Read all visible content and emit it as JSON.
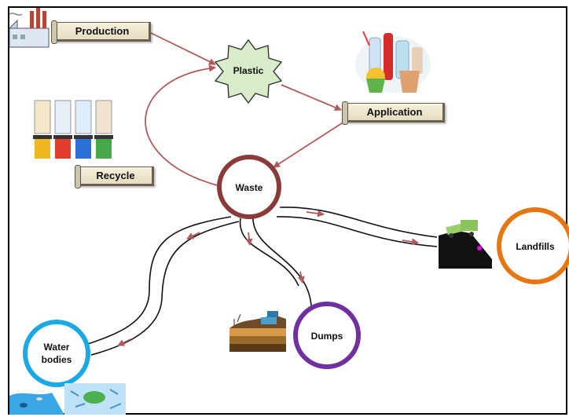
{
  "labels": {
    "production": "Production",
    "plastic": "Plastic",
    "application": "Application",
    "recycle": "Recycle",
    "waste": "Waste",
    "landfills": "Landfills",
    "dumps": "Dumps",
    "water_bodies_line1": "Water",
    "water_bodies_line2": "bodies"
  },
  "colors": {
    "waste_ring": "#8b3a3a",
    "landfills_ring": "#e57612",
    "dumps_ring": "#7030a0",
    "water_ring": "#1ba9e6",
    "plastic_fill": "#d9ecc9",
    "arrow": "#b05a5a"
  },
  "icons": {
    "production": "factory-icon",
    "application": "plastic-items-icon",
    "recycle": "recycle-bins-icon",
    "landfills": "dump-truck-icon",
    "dumps": "dump-site-icon",
    "water_bodies": "polluted-water-icon"
  }
}
